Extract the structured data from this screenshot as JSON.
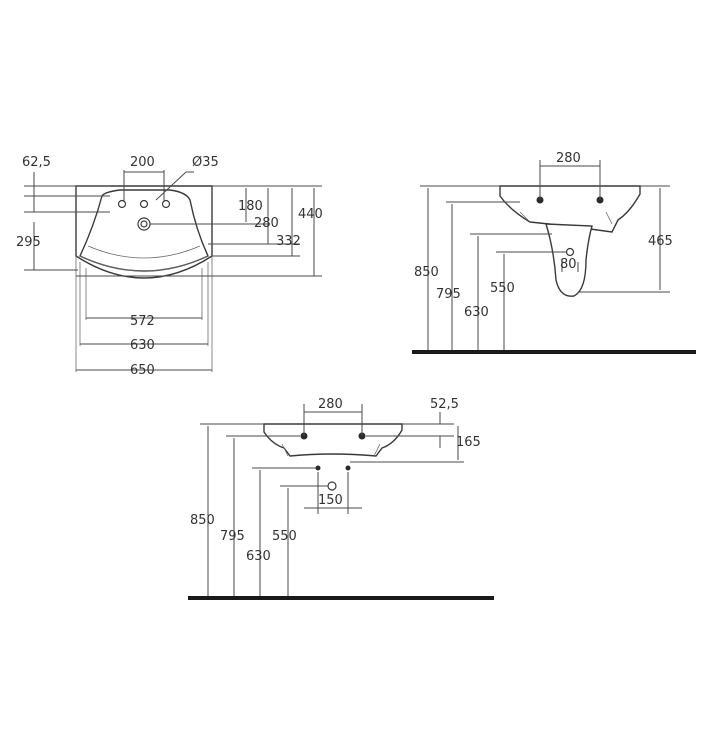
{
  "top_view": {
    "labels": {
      "d62_5": "62,5",
      "d200": "200",
      "d35": "Ø35",
      "d180": "180",
      "d280": "280",
      "d440": "440",
      "d295": "295",
      "d332": "332",
      "d572": "572",
      "d630": "630",
      "d650": "650"
    }
  },
  "side_view": {
    "labels": {
      "d280": "280",
      "d465": "465",
      "d850": "850",
      "d795": "795",
      "d630": "630",
      "d550": "550",
      "d80": "80"
    }
  },
  "front_view": {
    "labels": {
      "d280": "280",
      "d52_5": "52,5",
      "d165": "165",
      "d850": "850",
      "d795": "795",
      "d630": "630",
      "d550": "550",
      "d150": "150"
    }
  }
}
